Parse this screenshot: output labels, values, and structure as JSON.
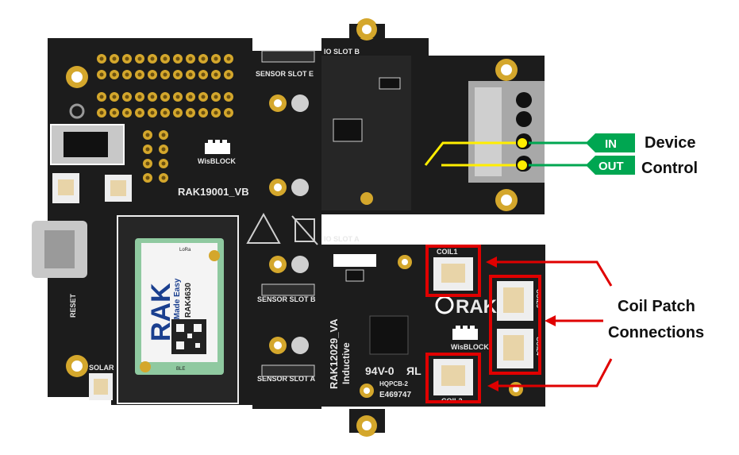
{
  "board": {
    "base_name": "RAK19001_VB",
    "module_name": "RAK12029_VA",
    "module_subtitle": "Inductive",
    "wisblock": "WisBLOCK",
    "io_slot_b": "IO SLOT B",
    "io_slot_a": "IO SLOT A",
    "sensor_slot_e": "SENSOR SLOT E",
    "sensor_slot_b": "SENSOR SLOT B",
    "sensor_slot_a": "SENSOR SLOT A",
    "reset": "RESET",
    "solar": "SOLAR",
    "coil1": "COIL1",
    "coil2": "COIL2",
    "coil3": "COIL3",
    "coil4": "COIL4",
    "rating": "94V-0",
    "hqpcb": "HQPCB-2",
    "cert": "E469747",
    "rak_logo": "RAK"
  },
  "core_module": {
    "brand": "RAK",
    "tagline": "IoT Made Easy",
    "model": "RAK4630",
    "lora": "LoRa",
    "ble": "BLE"
  },
  "labels": {
    "in_tag": "IN",
    "out_tag": "OUT",
    "device_control_line1": "Device",
    "device_control_line2": "Control",
    "coil_patch_line1": "Coil Patch",
    "coil_patch_line2": "Connections"
  },
  "colors": {
    "pcb": "#1c1c1c",
    "pcb_module": "#232323",
    "pad_gold": "#d4a72c",
    "silk": "#e8e8e8",
    "highlight_red": "#e00000",
    "wire_yellow": "#ffee00",
    "wire_green": "#00a651",
    "terminal_gray": "#a8a8a8",
    "module_green": "#8fc9a0"
  }
}
